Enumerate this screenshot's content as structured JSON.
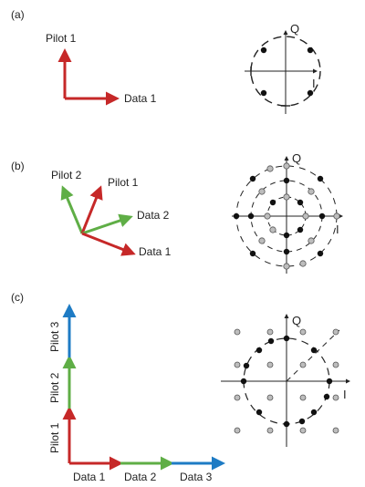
{
  "panels": [
    {
      "label": "(a)",
      "vectors": [
        {
          "label": "Pilot 1",
          "color": "red"
        },
        {
          "label": "Data 1",
          "color": "red"
        }
      ],
      "constellation": {
        "axis_q": "Q",
        "axis_i": "I",
        "points": "4 black on 1 dashed circle"
      }
    },
    {
      "label": "(b)",
      "vectors": [
        {
          "label": "Pilot 2",
          "color": "green"
        },
        {
          "label": "Pilot 1",
          "color": "red"
        },
        {
          "label": "Data 2",
          "color": "green"
        },
        {
          "label": "Data 1",
          "color": "red"
        }
      ],
      "constellation": {
        "axis_q": "Q",
        "axis_i": "I",
        "points": "black and grey points on 3 dashed circles"
      }
    },
    {
      "label": "(c)",
      "vectors": [
        {
          "label": "Pilot 1",
          "color": "red"
        },
        {
          "label": "Pilot 2",
          "color": "green"
        },
        {
          "label": "Pilot 3",
          "color": "blue"
        },
        {
          "label": "Data 1",
          "color": "red"
        },
        {
          "label": "Data 2",
          "color": "green"
        },
        {
          "label": "Data 3",
          "color": "blue"
        }
      ],
      "constellation": {
        "axis_q": "Q",
        "axis_i": "I",
        "points": "black and grey points on dashed circle plus grid"
      }
    }
  ],
  "colors": {
    "red": "#c62828",
    "green": "#5fae46",
    "blue": "#1e7bc4",
    "black": "#111111",
    "grey": "#bdbdbd"
  }
}
